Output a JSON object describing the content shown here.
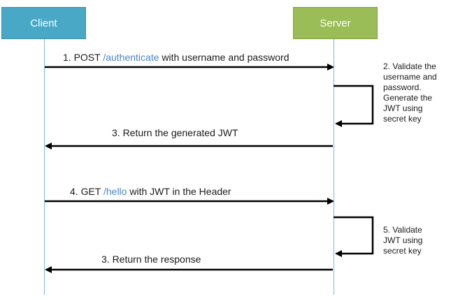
{
  "actors": {
    "client": "Client",
    "server": "Server"
  },
  "messages": [
    {
      "prefix": "1. POST ",
      "path": "/authenticate",
      "suffix": " with username and password",
      "direction": "client-to-server"
    },
    {
      "text": "3. Return the generated JWT",
      "direction": "server-to-client"
    },
    {
      "prefix": "4.  GET ",
      "path": "/hello",
      "suffix": " with JWT in the Header",
      "direction": "client-to-server"
    },
    {
      "text": "3. Return the response",
      "direction": "server-to-client"
    }
  ],
  "notes": [
    "2. Validate the\nusername and\npassword.\nGenerate the\nJWT using\nsecret key",
    "5. Validate\nJWT using\nsecret key"
  ],
  "colors": {
    "client_box": "#4aa8c7",
    "server_box": "#9bbd58",
    "lifeline": "#7fb9d4",
    "arrow": "#000000",
    "path_text": "#4a86c8"
  }
}
